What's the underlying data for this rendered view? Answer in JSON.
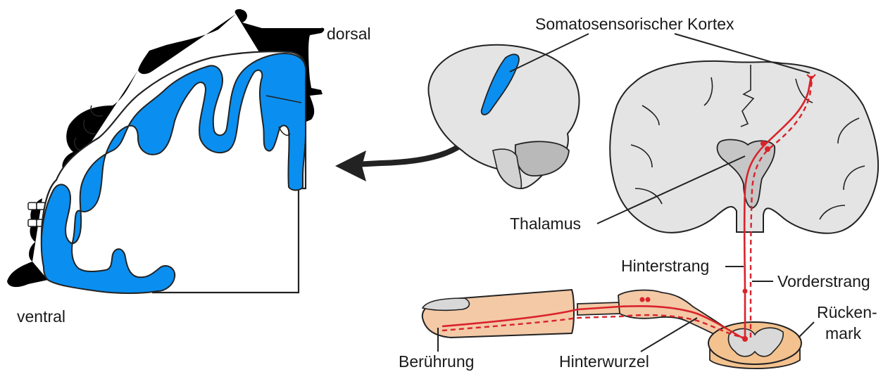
{
  "labels": {
    "dorsal": "dorsal",
    "ventral": "ventral",
    "somatosensory_cortex": "Somatosensorischer Kortex",
    "thalamus": "Thalamus",
    "dorsal_column": "Hinterstrang",
    "ventral_column": "Vorderstrang",
    "spinal_cord": [
      "Rücken-",
      "mark"
    ],
    "touch": "Berührung",
    "dorsal_root": "Hinterwurzel"
  },
  "colors": {
    "cortex_highlight": "#0a8ff0",
    "pathway": "#d9232a",
    "brain_fill": "#e4e4e4",
    "cerebellum": "#c6c6c6",
    "skin": "#f3c9a6",
    "spinal_cord_outer": "#f3c28f",
    "outline": "#222222"
  }
}
